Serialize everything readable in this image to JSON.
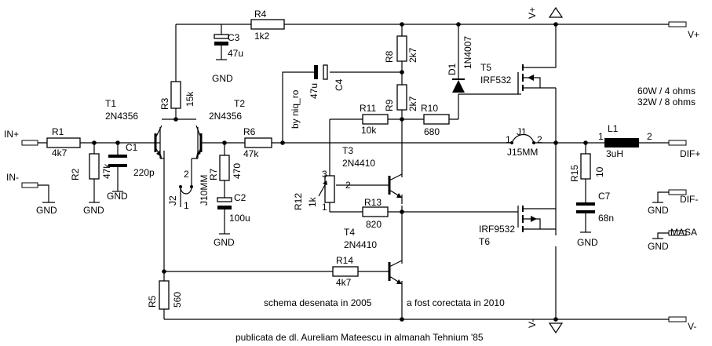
{
  "labels": {
    "in_plus": "IN+",
    "in_minus": "IN-",
    "gnd": "GND",
    "v_plus": "V+",
    "v_minus": "V-",
    "v_plus_rail": "V+",
    "v_minus_rail": "V-",
    "dif_plus": "DIF+",
    "dif_minus": "DIF-",
    "masa": "MASA",
    "r1": "R1",
    "r1_val": "4k7",
    "r2": "R2",
    "r2_val": "47k",
    "c1": "C1",
    "c1_val": "220p",
    "t1": "T1",
    "t1_type": "2N4356",
    "t2": "T2",
    "t2_type": "2N4356",
    "r3": "R3",
    "r3_val": "15k",
    "r4": "R4",
    "r4_val": "1k2",
    "c3": "C3",
    "c3_val": "47u",
    "j2": "J2",
    "j2_type": "J10MM",
    "j2_pin1": "1",
    "j2_pin2": "2",
    "r5": "R5",
    "r5_val": "560",
    "r6": "R6",
    "r6_val": "47k",
    "r7": "R7",
    "r7_val": "470",
    "c2": "C2",
    "c2_val": "100u",
    "c4": "C4",
    "c4_val": "47u",
    "by_note": "by niq_ro",
    "r8": "R8",
    "r8_val": "2k7",
    "r9": "R9",
    "r9_val": "2k7",
    "r10": "R10",
    "r10_val": "680",
    "r11": "R11",
    "r11_val": "10k",
    "d1": "D1",
    "d1_type": "1N4007",
    "t3": "T3",
    "t3_type": "2N4410",
    "t4": "T4",
    "t4_type": "2N4410",
    "t5": "T5",
    "t5_type": "IRF532",
    "t6": "T6",
    "t6_type": "IRF9532",
    "r12": "R12",
    "r12_val": "1k",
    "r12_pin1": "1",
    "r12_pin2": "2",
    "r12_pin3": "3",
    "r13": "R13",
    "r13_val": "820",
    "r14": "R14",
    "r14_val": "4k7",
    "j1": "J1",
    "j1_type": "J15MM",
    "j1_pin1": "1",
    "j1_pin2": "2",
    "r15": "R15",
    "r15_val": "10",
    "c7": "C7",
    "c7_val": "68n",
    "l1": "L1",
    "l1_val": "3uH",
    "l1_pin1": "1",
    "l1_pin2": "2",
    "power1": "60W / 4 ohms",
    "power2": "32W / 8 ohms",
    "note_drawn": "schema desenata in 2005",
    "note_fixed": "a fost corectata in 2010",
    "footer": "publicata de dl. Aureliam Mateescu in almanah Tehnium '85"
  }
}
